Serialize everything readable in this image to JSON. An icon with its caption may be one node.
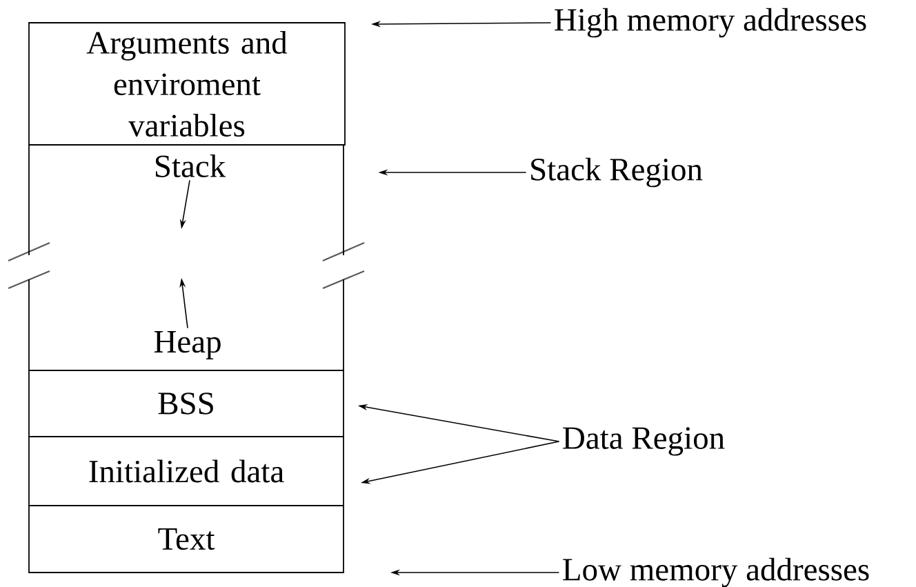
{
  "diagram": {
    "nodes": [
      {
        "text": [
          "Arguments and enviroment variables"
        ]
      },
      {
        "text": [],
        "shape": "box"
      },
      {
        "text": [
          "Stack"
        ],
        "in": 1
      },
      {
        "text": [
          "Heap"
        ],
        "in": 1
      },
      {
        "text": [
          "BSS"
        ]
      },
      {
        "text": [
          "Initialized data"
        ]
      },
      {
        "text": [
          "Text"
        ]
      },
      {
        "text": [
          "High memory addresses"
        ]
      },
      {
        "text": [
          "Stack Region"
        ]
      },
      {
        "text": [
          "Data Region"
        ]
      },
      {
        "text": [
          "Low memory addresses"
        ]
      }
    ],
    "edges": [
      {
        "from": 2,
        "to": null,
        "arrow": "to"
      },
      {
        "from": 3,
        "to": null,
        "arrow": "to"
      },
      {
        "from": 7,
        "to": null,
        "arrow": "to"
      },
      {
        "from": 8,
        "to": 1,
        "arrow": "to"
      },
      {
        "from": 9,
        "to": 4,
        "arrow": "to"
      },
      {
        "from": 9,
        "to": 5,
        "arrow": "to"
      },
      {
        "from": 10,
        "to": null,
        "arrow": "to"
      }
    ]
  }
}
